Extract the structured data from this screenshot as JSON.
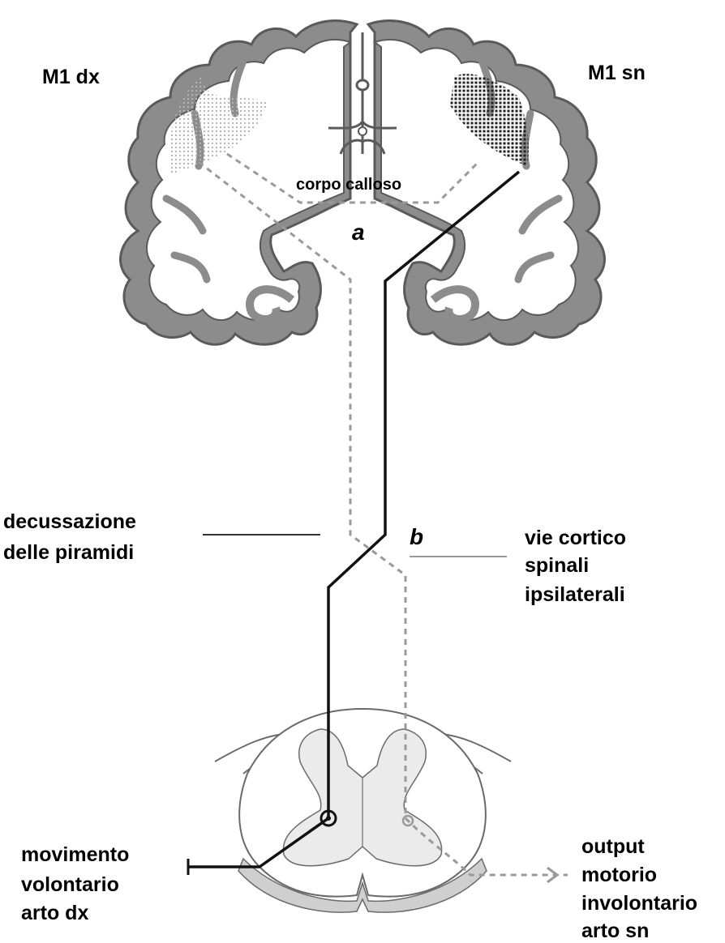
{
  "labels": {
    "m1_right": "M1 dx",
    "m1_left": "M1 sn",
    "corpus_callosum": "corpo calloso",
    "point_a": "a",
    "point_b": "b",
    "decussation_line1": "decussazione",
    "decussation_line2": "delle piramidi",
    "ipsilateral_line1": "vie cortico",
    "ipsilateral_line2": "spinali",
    "ipsilateral_line3": "ipsilaterali",
    "voluntary_line1": "movimento",
    "voluntary_line2": "volontario",
    "voluntary_line3": "arto dx",
    "involuntary_line1": "output",
    "involuntary_line2": "motorio",
    "involuntary_line3": "involontario",
    "involuntary_line4": "arto sn"
  },
  "colors": {
    "cortex_outline": "#5a5a5a",
    "cortex_gray": "#8c8c8c",
    "dashed_pathway": "#9a9a9a",
    "solid_pathway": "#111111",
    "spinal_gray": "#ebebeb",
    "spinal_band": "#cfcfcf"
  }
}
